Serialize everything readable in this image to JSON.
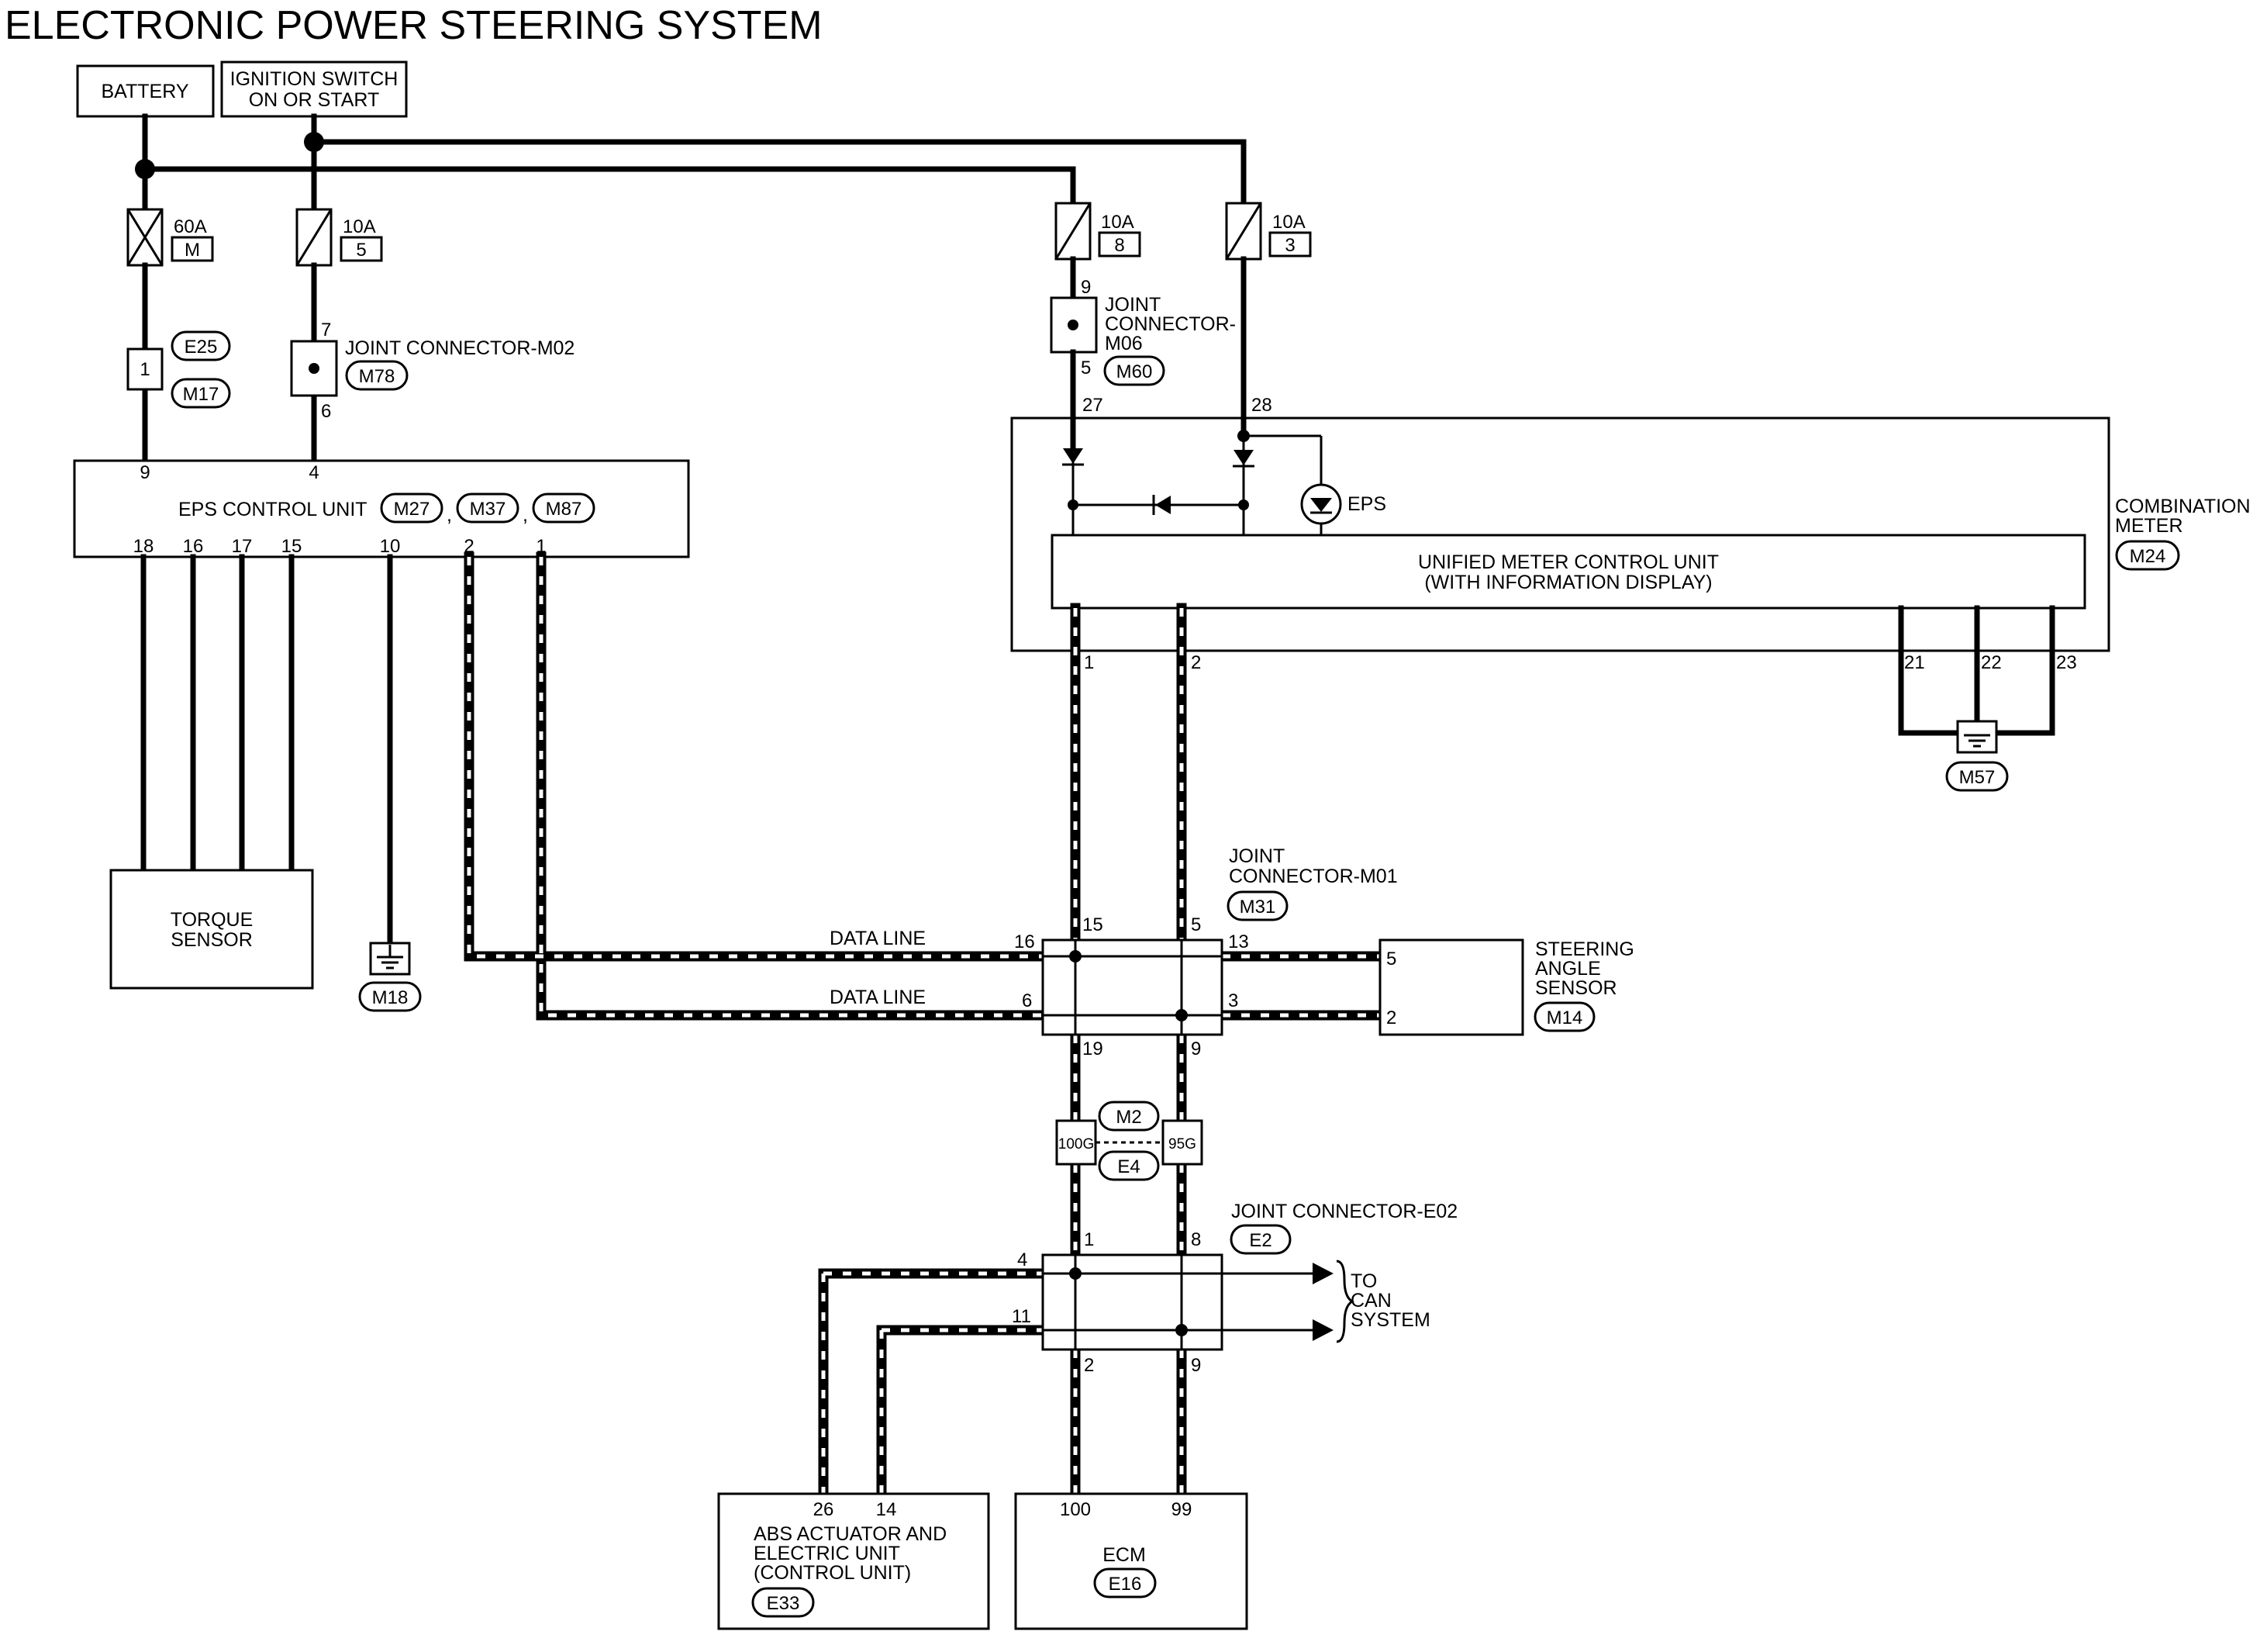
{
  "title": "ELECTRONIC POWER STEERING SYSTEM",
  "sources": {
    "battery": "BATTERY",
    "ignition_line1": "IGNITION SWITCH",
    "ignition_line2": "ON OR START"
  },
  "fuses": {
    "f60a": {
      "rating": "60A",
      "location": "M"
    },
    "f10a_5": {
      "rating": "10A",
      "location": "5"
    },
    "f10a_8": {
      "rating": "10A",
      "location": "8"
    },
    "f10a_3": {
      "rating": "10A",
      "location": "3"
    }
  },
  "connectors": {
    "e25": "E25",
    "m17": "M17",
    "inline_pin": "1",
    "m02_name": "JOINT CONNECTOR-M02",
    "m78": "M78",
    "m06_line1": "JOINT",
    "m06_line2": "CONNECTOR-",
    "m06_line3": "M06",
    "m60": "M60",
    "m01_line1": "JOINT",
    "m01_line2": "CONNECTOR-M01",
    "m31": "M31",
    "e02_name": "JOINT CONNECTOR-E02",
    "e2": "E2",
    "m2": "M2",
    "e4": "E4",
    "pin_100g": "100G",
    "pin_95g": "95G"
  },
  "eps": {
    "name": "EPS CONTROL UNIT",
    "connectors": [
      "M27",
      "M37",
      "M87"
    ],
    "pins_top": [
      "9",
      "4"
    ],
    "pins_bottom": [
      "18",
      "16",
      "17",
      "15",
      "10",
      "2",
      "1"
    ]
  },
  "torque_sensor": {
    "line1": "TORQUE",
    "line2": "SENSOR"
  },
  "grounds": {
    "m18": "M18",
    "m57": "M57"
  },
  "combination_meter": {
    "line1": "COMBINATION",
    "line2": "METER",
    "connector": "M24",
    "eps_lamp": "EPS",
    "umcu_line1": "UNIFIED METER CONTROL UNIT",
    "umcu_line2": "(WITH INFORMATION DISPLAY)"
  },
  "steering_angle_sensor": {
    "line1": "STEERING",
    "line2": "ANGLE",
    "line3": "SENSOR",
    "connector": "M14",
    "pin_a": "5",
    "pin_b": "2"
  },
  "data_line": "DATA LINE",
  "to_can": {
    "line1": "TO",
    "line2": "CAN",
    "line3": "SYSTEM"
  },
  "abs": {
    "line1": "ABS ACTUATOR AND",
    "line2": "ELECTRIC UNIT",
    "line3": "(CONTROL UNIT)",
    "connector": "E33",
    "pins": [
      "26",
      "14"
    ]
  },
  "ecm": {
    "name": "ECM",
    "connector": "E16",
    "pins": [
      "100",
      "99"
    ]
  },
  "pins": {
    "p9_m06": "9",
    "p5_m06": "5",
    "p27": "27",
    "p28": "28",
    "p7": "7",
    "p6": "6",
    "p1_meter": "1",
    "p2_meter": "2",
    "p21": "21",
    "p22": "22",
    "p23": "23",
    "p15_m01": "15",
    "p5_m01": "5",
    "p16": "16",
    "p13": "13",
    "p6_m01": "6",
    "p3": "3",
    "p19": "19",
    "p9_m01": "9",
    "p1_e02": "1",
    "p8_e02": "8",
    "p4_e02": "4",
    "p11_e02": "11",
    "p2_e02": "2",
    "p9_e02": "9"
  }
}
